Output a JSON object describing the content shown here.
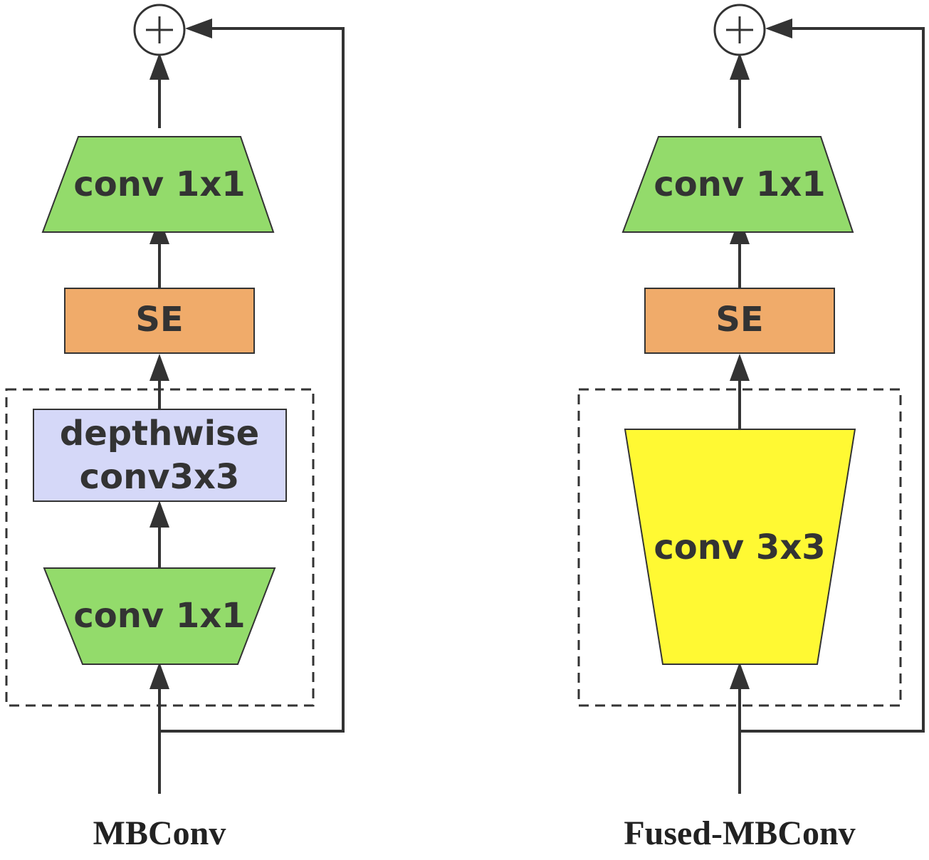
{
  "colors": {
    "conv1x1": "#93db6b",
    "se": "#f0ab6a",
    "depthwise": "#d5d8f8",
    "conv3x3": "#fff933",
    "stroke": "#333333"
  },
  "left": {
    "caption": "MBConv",
    "top_conv": "conv 1x1",
    "se": "SE",
    "depthwise_line1": "depthwise",
    "depthwise_line2": "conv3x3",
    "bottom_conv": "conv 1x1",
    "sum_symbol": "+"
  },
  "right": {
    "caption": "Fused-MBConv",
    "top_conv": "conv 1x1",
    "se": "SE",
    "fused_conv": "conv 3x3",
    "sum_symbol": "+"
  }
}
